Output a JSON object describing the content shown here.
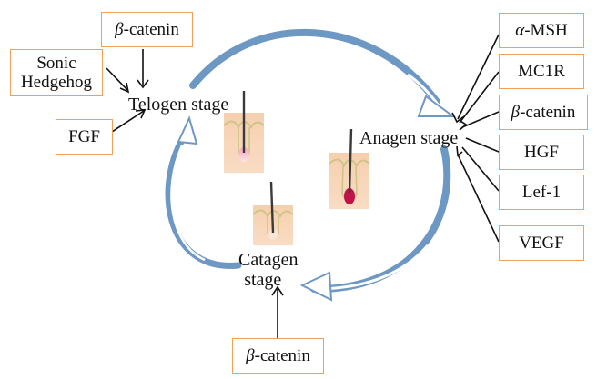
{
  "stages": {
    "telogen": "Telogen stage",
    "anagen": "Anagen stage",
    "catagen_line1": "Catagen",
    "catagen_line2": "stage"
  },
  "factors": {
    "beta_catenin_top": {
      "symbol": "β",
      "text": "-catenin"
    },
    "sonic_hedgehog_line1": "Sonic",
    "sonic_hedgehog_line2": "Hedgehog",
    "fgf": "FGF",
    "alpha_msh": {
      "symbol": "α",
      "text": "-MSH"
    },
    "mc1r": "MC1R",
    "beta_catenin_right": {
      "symbol": "β",
      "text": "-catenin"
    },
    "hgf": "HGF",
    "lef1": "Lef-1",
    "vegf": "VEGF",
    "beta_catenin_bottom": {
      "symbol": "β",
      "text": "-catenin"
    }
  },
  "colors": {
    "box_border": "#f0a05a",
    "cycle_blue": "#6e98c4",
    "skin": "#f7d3b3",
    "skin_surface": "#d9d39f",
    "hair": "#3a3a3a",
    "bulb_anagen": "#c0134a"
  }
}
